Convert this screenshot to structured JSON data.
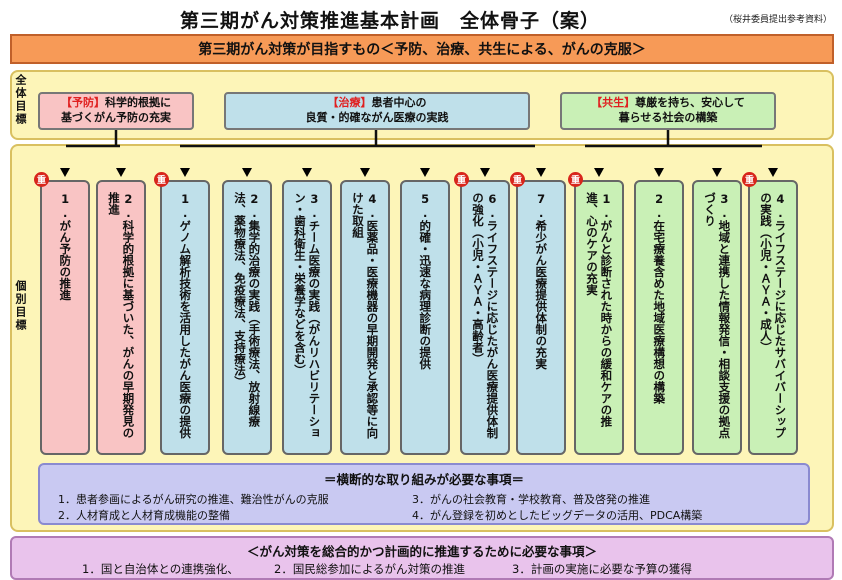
{
  "title": "第三期がん対策推進基本計画　全体骨子（案）",
  "note": "（桜井委員提出参考資料）",
  "goal": "第三期がん対策が目指すもの＜予防、治療、共生による、がんの克服＞",
  "overall_label": "全体目標",
  "individual_label": "個別目標",
  "overall": [
    {
      "tag": "【予防】",
      "line1": "科学的根拠に",
      "line2": "基づくがん予防の充実"
    },
    {
      "tag": "【治療】",
      "line1": "患者中心の",
      "line2": "良質・的確ながん医療の実践"
    },
    {
      "tag": "【共生】",
      "line1": "尊厳を持ち、安心して",
      "line2": "暮らせる社会の構築"
    }
  ],
  "columns": [
    {
      "num": "1.",
      "text": "がん予防の推進",
      "color": "pink",
      "badge": true
    },
    {
      "num": "2.",
      "text": "科学的根拠に基づいた、がんの早期発見の推進",
      "color": "pink",
      "badge": false
    },
    {
      "num": "1.",
      "text": "ゲノム解析技術を活用したがん医療の提供",
      "color": "blue",
      "badge": true
    },
    {
      "num": "2.",
      "text": "集学的治療の実践（手術療法、放射線療法、薬物療法、免疫療法、支持療法）",
      "color": "blue",
      "badge": false
    },
    {
      "num": "3.",
      "text": "チーム医療の実践（がんリハビリテーション・歯科衛生・栄養学などを含む）",
      "color": "blue",
      "badge": false
    },
    {
      "num": "4.",
      "text": "医薬品・医療機器の早期開発と承認等に向けた取組",
      "color": "blue",
      "badge": false
    },
    {
      "num": "5.",
      "text": "的確・迅速な病理診断の提供",
      "color": "blue",
      "badge": false
    },
    {
      "num": "6.",
      "text": "ライフステージに応じたがん医療提供体制の強化（小児・ＡＹＡ・高齢者）",
      "color": "blue",
      "badge": true
    },
    {
      "num": "7.",
      "text": "希少がん医療提供体制の充実",
      "color": "blue",
      "badge": true
    },
    {
      "num": "1.",
      "text": "がんと診断された時からの緩和ケアの推進、心のケアの充実",
      "color": "green",
      "badge": true
    },
    {
      "num": "2.",
      "text": "在宅療養含めた地域医療構想の構築",
      "color": "green",
      "badge": false
    },
    {
      "num": "3.",
      "text": "地域と連携した情報発信・相談支援の拠点づくり",
      "color": "green",
      "badge": false
    },
    {
      "num": "4.",
      "text": "ライフステージに応じたサバイバーシップの実践（小児・ＡＹＡ・成人）",
      "color": "green",
      "badge": true
    }
  ],
  "badge_label": "重",
  "cross": {
    "heading": "＝横断的な取り組みが必要な事項＝",
    "items": [
      "1．患者参画によるがん研究の推進、難治性がんの克服",
      "2．人材育成と人材育成機能の整備",
      "3．がんの社会教育・学校教育、普及啓発の推進",
      "4．がん登録を初めとしたビッグデータの活用、PDCA構築"
    ]
  },
  "bottom": {
    "heading": "＜がん対策を総合的かつ計画的に推進するために必要な事項＞",
    "items": [
      "1．国と自治体との連携強化、",
      "2．国民総参加によるがん対策の推進",
      "3．計画の実施に必要な予算の獲得"
    ]
  }
}
